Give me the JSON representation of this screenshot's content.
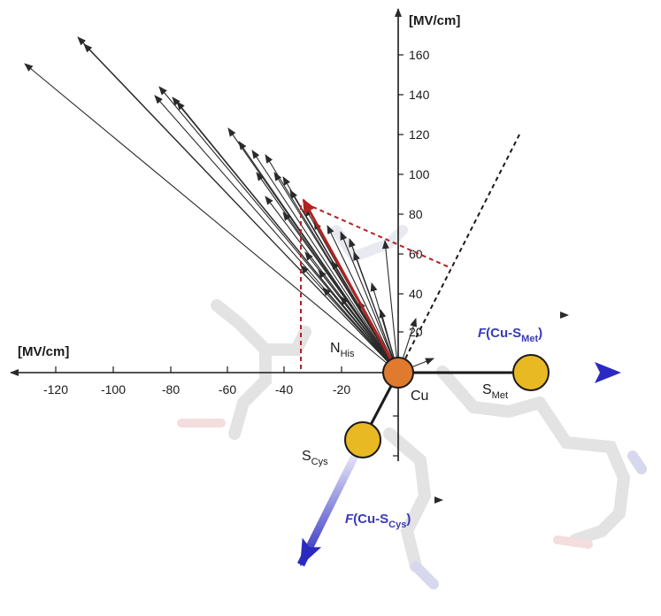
{
  "axes": {
    "x_unit": "[MV/cm]",
    "y_unit": "[MV/cm]",
    "x_ticks": [
      "-120",
      "-100",
      "-80",
      "-60",
      "-40",
      "-20"
    ],
    "y_ticks": [
      "20",
      "40",
      "60",
      "80",
      "100",
      "120",
      "140",
      "160"
    ]
  },
  "atoms": {
    "cu": {
      "main": "Cu",
      "sub": ""
    },
    "his": {
      "main": "N",
      "sub": "His"
    },
    "met": {
      "main": "S",
      "sub": "Met"
    },
    "cys": {
      "main": "S",
      "sub": "Cys"
    }
  },
  "forces": {
    "met": {
      "prefix": "F",
      "main": "(Cu-S",
      "sub": "Met",
      "close": ")"
    },
    "cys": {
      "prefix": "F",
      "main": "(Cu-S",
      "sub": "Cys",
      "close": ")"
    }
  },
  "colors": {
    "cu": "#e07a2e",
    "sulfur": "#e8b923",
    "force": "#3a3ab8",
    "mean_vector": "#b22222"
  }
}
